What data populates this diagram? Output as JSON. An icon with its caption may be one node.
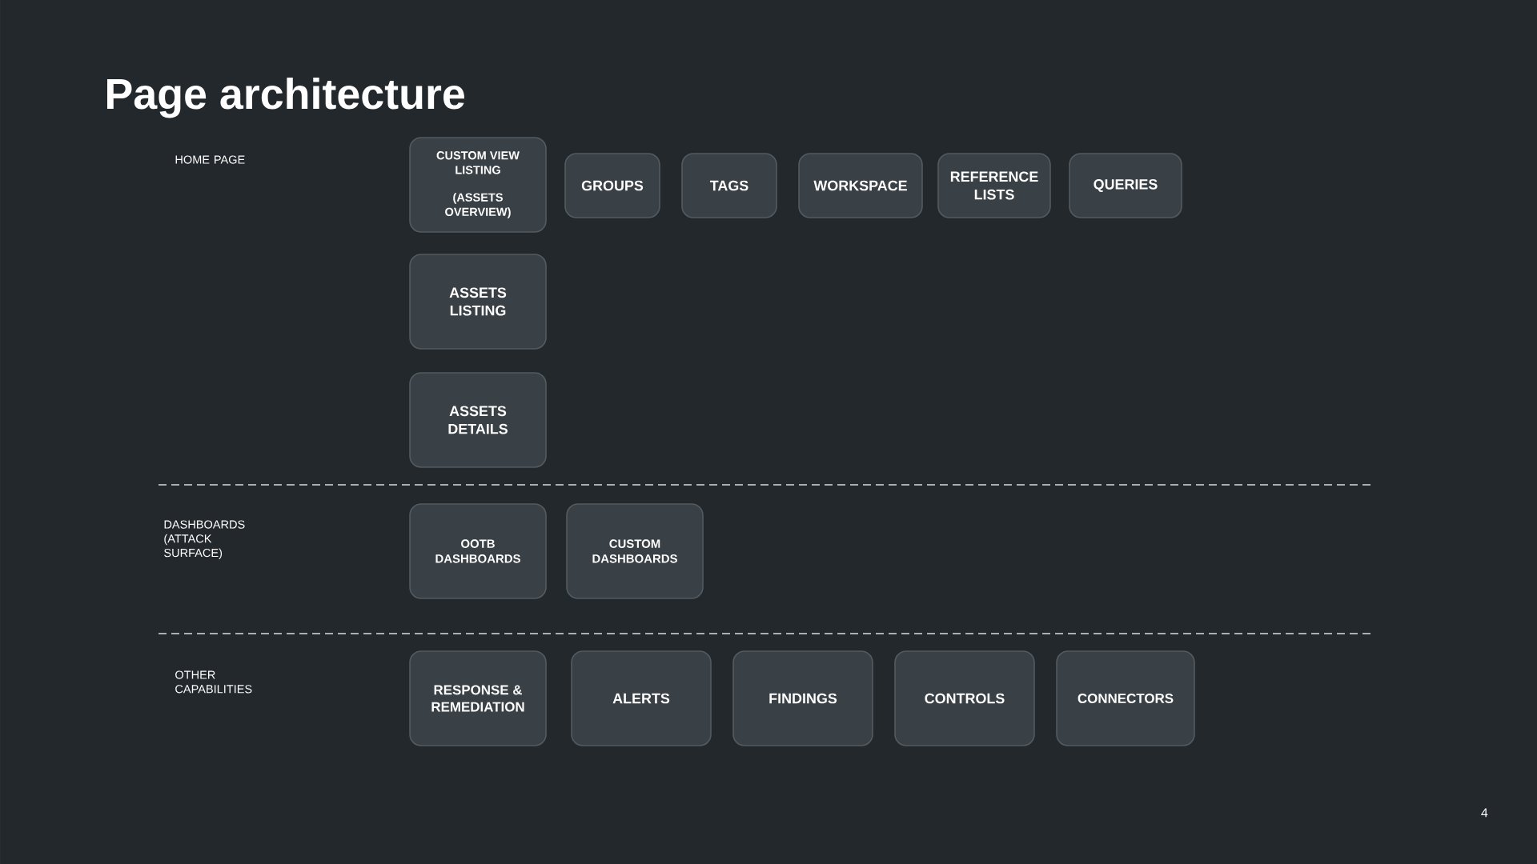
{
  "diagram": {
    "title": "Page architecture",
    "nodes": [
      {
        "text": [
          "CUSTOM VIEW LISTING",
          "(ASSETS OVERVIEW)"
        ]
      },
      {
        "text": [
          "GROUPS"
        ]
      },
      {
        "text": [
          "TAGS"
        ]
      },
      {
        "text": [
          "WORKSPACE"
        ]
      },
      {
        "text": [
          "REFERENCE LISTS"
        ]
      },
      {
        "text": [
          "QUERIES"
        ]
      },
      {
        "text": [
          "ASSETS LISTING"
        ]
      },
      {
        "text": [
          "ASSETS DETAILS"
        ]
      },
      {
        "text": [
          "OOTB DASHBOARDS"
        ]
      },
      {
        "text": [
          "CUSTOM DASHBOARDS"
        ]
      },
      {
        "text": [
          "RESPONSE & REMEDIATION"
        ]
      },
      {
        "text": [
          "ALERTS"
        ]
      },
      {
        "text": [
          "FINDINGS"
        ]
      },
      {
        "text": [
          "CONTROLS"
        ]
      },
      {
        "text": [
          "CONNECTORS"
        ]
      }
    ],
    "labels": [
      "HOME PAGE",
      "DASHBOARDS (ATTACK SURFACE)",
      "OTHER CAPABILITIES",
      "4"
    ]
  }
}
